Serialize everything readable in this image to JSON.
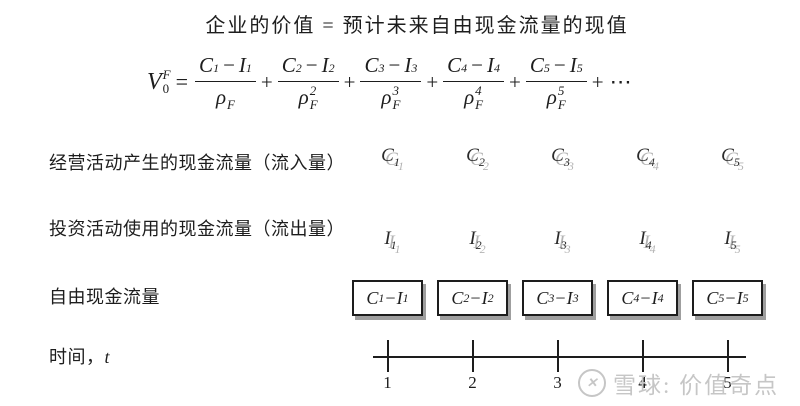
{
  "title": "企业的价值 = 预计未来自由现金流量的现值",
  "formula": {
    "lhs_base": "V",
    "lhs_sup": "F",
    "lhs_sub": "0",
    "equals": "=",
    "minus": "−",
    "plus": "+",
    "ellipsis": "⋯",
    "terms": [
      {
        "n1": "C",
        "n1s": "1",
        "n2": "I",
        "n2s": "1",
        "den": "ρ",
        "den_sup": "",
        "den_sub": "F"
      },
      {
        "n1": "C",
        "n1s": "2",
        "n2": "I",
        "n2s": "2",
        "den": "ρ",
        "den_sup": "2",
        "den_sub": "F"
      },
      {
        "n1": "C",
        "n1s": "3",
        "n2": "I",
        "n2s": "3",
        "den": "ρ",
        "den_sup": "3",
        "den_sub": "F"
      },
      {
        "n1": "C",
        "n1s": "4",
        "n2": "I",
        "n2s": "4",
        "den": "ρ",
        "den_sup": "4",
        "den_sub": "F"
      },
      {
        "n1": "C",
        "n1s": "5",
        "n2": "I",
        "n2s": "5",
        "den": "ρ",
        "den_sup": "5",
        "den_sub": "F"
      }
    ]
  },
  "rows": {
    "operating": {
      "label": "经营活动产生的现金流量（流入量）",
      "arrows": [
        {
          "base": "C",
          "sub": "1"
        },
        {
          "base": "C",
          "sub": "2"
        },
        {
          "base": "C",
          "sub": "3"
        },
        {
          "base": "C",
          "sub": "4"
        },
        {
          "base": "C",
          "sub": "5"
        }
      ]
    },
    "investing": {
      "label": "投资活动使用的现金流量（流出量）",
      "arrows": [
        {
          "base": "I",
          "sub": "1"
        },
        {
          "base": "I",
          "sub": "2"
        },
        {
          "base": "I",
          "sub": "3"
        },
        {
          "base": "I",
          "sub": "4"
        },
        {
          "base": "I",
          "sub": "5"
        }
      ]
    },
    "fcf": {
      "label": "自由现金流量",
      "minus": "−",
      "boxes": [
        {
          "c": "C",
          "c_sub": "1",
          "i": "I",
          "i_sub": "1"
        },
        {
          "c": "C",
          "c_sub": "2",
          "i": "I",
          "i_sub": "2"
        },
        {
          "c": "C",
          "c_sub": "3",
          "i": "I",
          "i_sub": "3"
        },
        {
          "c": "C",
          "c_sub": "4",
          "i": "I",
          "i_sub": "4"
        },
        {
          "c": "C",
          "c_sub": "5",
          "i": "I",
          "i_sub": "5"
        }
      ]
    },
    "time": {
      "label": "时间，",
      "variable": "t",
      "ticks": [
        "1",
        "2",
        "3",
        "4",
        "5"
      ]
    }
  },
  "watermark": {
    "logo_glyph": "✕",
    "text": "雪球: 价值奇点"
  },
  "colors": {
    "background": "#ffffff",
    "text": "#1d1d1d",
    "arrow_fill": "#cccccc",
    "arrow_shadow": "#b3b3b3",
    "box_border": "#1d1d1d",
    "box_shadow": "#9f9f9f",
    "watermark": "#c6c6c6"
  }
}
